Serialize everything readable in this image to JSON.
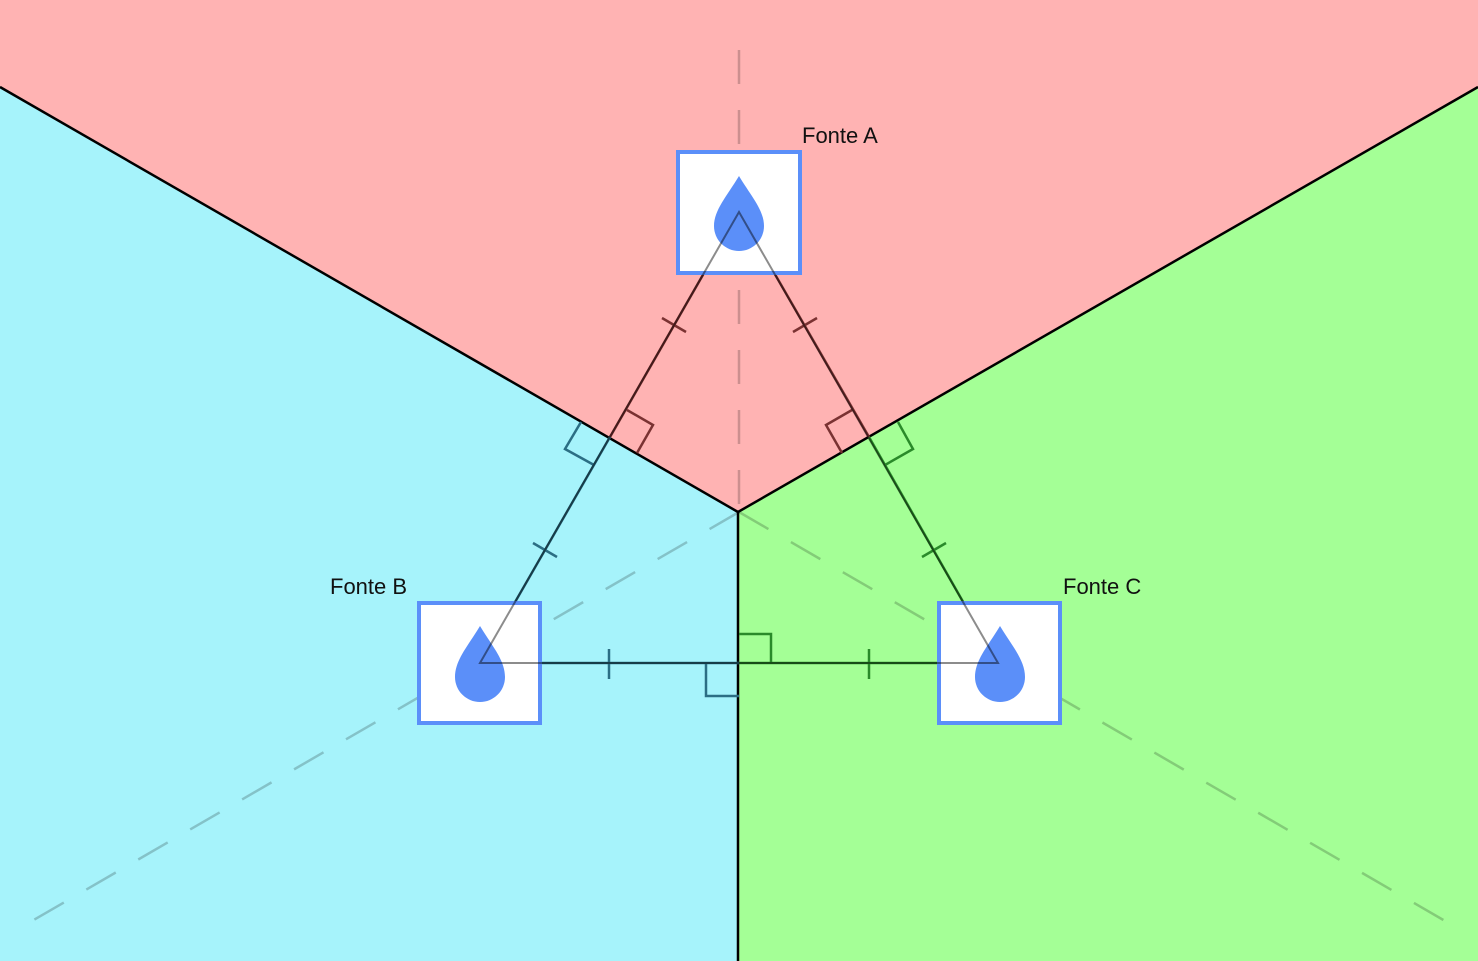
{
  "diagram": {
    "sources": [
      {
        "id": "a",
        "label": "Fonte A",
        "icon": "water-drop-icon"
      },
      {
        "id": "b",
        "label": "Fonte B",
        "icon": "water-drop-icon"
      },
      {
        "id": "c",
        "label": "Fonte C",
        "icon": "water-drop-icon"
      }
    ],
    "colors": {
      "region_a": "#ffb3b3",
      "region_b": "#a6f3fb",
      "region_c": "#a4ff96",
      "boundary": "#000000",
      "segment_ab": "#7a3232",
      "segment_ac": "#7a3232",
      "segment_b": "#2b6e84",
      "segment_c": "#2a8a2a",
      "icon_fill": "#5b8ff9",
      "icon_border": "#5b8ff9"
    }
  }
}
